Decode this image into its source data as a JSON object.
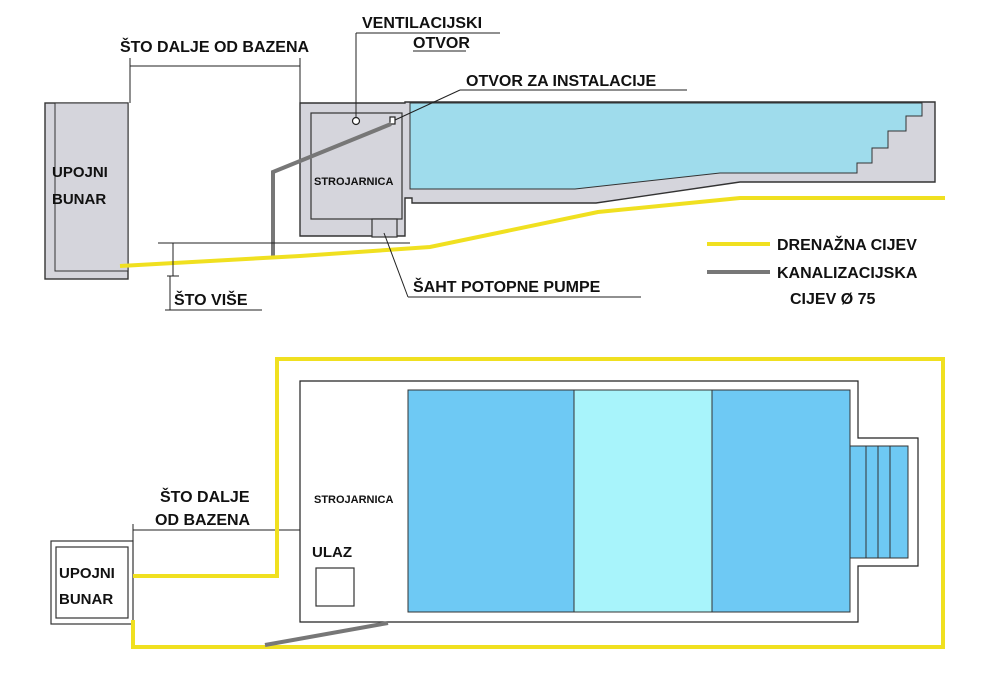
{
  "colors": {
    "drainage_pipe": "#f0e020",
    "sewer_pipe": "#777777",
    "wall": "#d5d5dc",
    "water_section": "#9fdcec",
    "water_deep": "#6ec9f4",
    "water_shallow": "#a8f4fb",
    "water_steps": "#6ec9f4"
  },
  "section_view": {
    "distance_label": "ŠTO DALJE OD BAZENA",
    "ventilation_label_line1": "VENTILACIJSKI",
    "ventilation_label_line2": "OTVOR",
    "installation_opening_label": "OTVOR ZA INSTALACIJE",
    "well_label_line1": "UPOJNI",
    "well_label_line2": "BUNAR",
    "machine_room_label": "STROJARNICA",
    "height_label": "ŠTO VIŠE",
    "pump_shaft_label": "ŠAHT POTOPNE PUMPE"
  },
  "legend": {
    "drainage_label": "DRENAŽNA CIJEV",
    "sewer_label_line1": "KANALIZACIJSKA",
    "sewer_label_line2": "CIJEV Ø 75"
  },
  "plan_view": {
    "distance_label_line1": "ŠTO DALJE",
    "distance_label_line2": "OD BAZENA",
    "machine_room_label": "STROJARNICA",
    "entrance_label": "ULAZ",
    "well_label_line1": "UPOJNI",
    "well_label_line2": "BUNAR"
  }
}
